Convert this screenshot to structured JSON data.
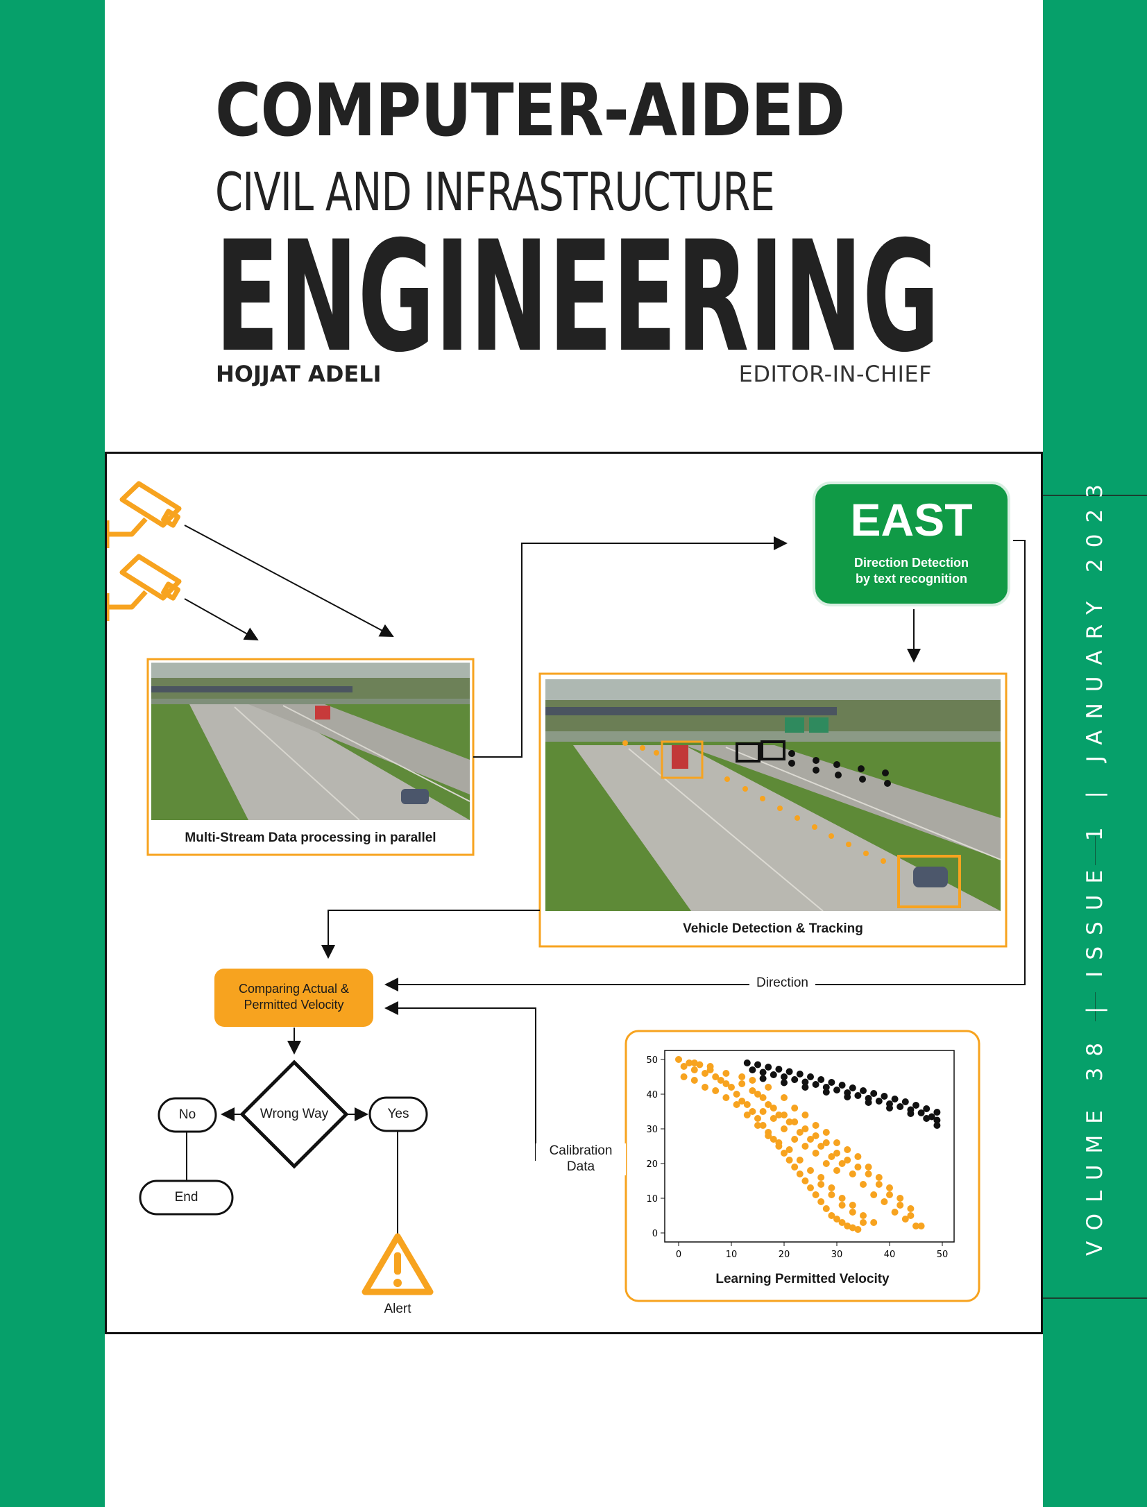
{
  "journal": {
    "title_line1": "COMPUTER-AIDED",
    "title_line2": "CIVIL AND INFRASTRUCTURE",
    "title_line3": "ENGINEERING",
    "editor_name": "HOJJAT ADELI",
    "editor_role": "EDITOR-IN-CHIEF",
    "volume_issue": "VOLUME 38 | ISSUE 1 | JANUARY 2023"
  },
  "colors": {
    "brand_green": "#06a06a",
    "accent_orange": "#f7a31f",
    "east_green": "#109a46"
  },
  "figure": {
    "multistream_caption": "Multi-Stream Data processing in parallel",
    "east_title": "EAST",
    "east_sub1": "Direction Detection",
    "east_sub2": "by text recognition",
    "tracking_caption": "Vehicle Detection & Tracking",
    "compare_line1": "Comparing Actual &",
    "compare_line2": "Permitted Velocity",
    "direction_label": "Direction",
    "calibration_line1": "Calibration",
    "calibration_line2": "Data",
    "decision_label": "Wrong Way",
    "no_label": "No",
    "yes_label": "Yes",
    "end_label": "End",
    "alert_label": "Alert",
    "chart_caption": "Learning Permitted Velocity",
    "icons": [
      "cctv-camera-icon",
      "cctv-camera-icon",
      "warning-triangle-icon"
    ]
  },
  "chart_data": {
    "type": "scatter",
    "title": "Learning Permitted Velocity",
    "xlabel": "",
    "ylabel": "",
    "xlim": [
      0,
      50
    ],
    "ylim": [
      0,
      50
    ],
    "xticks": [
      0,
      10,
      20,
      30,
      40,
      50
    ],
    "yticks": [
      0,
      10,
      20,
      30,
      40,
      50
    ],
    "series": [
      {
        "color": "#111111",
        "values_xy": [
          [
            13,
            49
          ],
          [
            15,
            48.5
          ],
          [
            17,
            47.8
          ],
          [
            19,
            47.2
          ],
          [
            21,
            46.5
          ],
          [
            23,
            45.8
          ],
          [
            25,
            45
          ],
          [
            27,
            44.2
          ],
          [
            29,
            43.4
          ],
          [
            31,
            42.6
          ],
          [
            33,
            41.8
          ],
          [
            35,
            41
          ],
          [
            37,
            40.2
          ],
          [
            39,
            39.4
          ],
          [
            41,
            38.6
          ],
          [
            43,
            37.8
          ],
          [
            45,
            36.8
          ],
          [
            47,
            35.8
          ],
          [
            49,
            34.8
          ],
          [
            14,
            47
          ],
          [
            16,
            46.3
          ],
          [
            18,
            45.6
          ],
          [
            20,
            45
          ],
          [
            22,
            44.2
          ],
          [
            24,
            43.5
          ],
          [
            26,
            42.8
          ],
          [
            28,
            42
          ],
          [
            30,
            41.2
          ],
          [
            32,
            40.4
          ],
          [
            34,
            39.6
          ],
          [
            36,
            38.8
          ],
          [
            38,
            38
          ],
          [
            40,
            37.2
          ],
          [
            42,
            36.4
          ],
          [
            44,
            35.5
          ],
          [
            46,
            34.6
          ],
          [
            48,
            33.5
          ],
          [
            49,
            32.5
          ],
          [
            16,
            44.5
          ],
          [
            20,
            43.3
          ],
          [
            24,
            42
          ],
          [
            28,
            40.6
          ],
          [
            32,
            39.2
          ],
          [
            36,
            37.6
          ],
          [
            40,
            36
          ],
          [
            44,
            34.4
          ],
          [
            47,
            33
          ],
          [
            49,
            31
          ]
        ]
      },
      {
        "color": "#f7a31f",
        "values_xy": [
          [
            0,
            50
          ],
          [
            1,
            48
          ],
          [
            2,
            49
          ],
          [
            3,
            47
          ],
          [
            4,
            48.5
          ],
          [
            5,
            46
          ],
          [
            6,
            47
          ],
          [
            7,
            45
          ],
          [
            8,
            44
          ],
          [
            9,
            43
          ],
          [
            10,
            42
          ],
          [
            11,
            40
          ],
          [
            12,
            38
          ],
          [
            13,
            37
          ],
          [
            14,
            35
          ],
          [
            15,
            33
          ],
          [
            16,
            31
          ],
          [
            17,
            29
          ],
          [
            18,
            27
          ],
          [
            19,
            25
          ],
          [
            20,
            23
          ],
          [
            21,
            21
          ],
          [
            22,
            19
          ],
          [
            23,
            17
          ],
          [
            24,
            15
          ],
          [
            25,
            13
          ],
          [
            26,
            11
          ],
          [
            27,
            9
          ],
          [
            28,
            7
          ],
          [
            29,
            5
          ],
          [
            30,
            4
          ],
          [
            31,
            3
          ],
          [
            32,
            2
          ],
          [
            33,
            1.5
          ],
          [
            34,
            1
          ],
          [
            1,
            45
          ],
          [
            3,
            44
          ],
          [
            5,
            42
          ],
          [
            7,
            41
          ],
          [
            9,
            39
          ],
          [
            11,
            37
          ],
          [
            13,
            34
          ],
          [
            15,
            31
          ],
          [
            17,
            28
          ],
          [
            19,
            26
          ],
          [
            21,
            24
          ],
          [
            23,
            21
          ],
          [
            25,
            18
          ],
          [
            27,
            16
          ],
          [
            29,
            13
          ],
          [
            31,
            10
          ],
          [
            33,
            8
          ],
          [
            35,
            5
          ],
          [
            37,
            3
          ],
          [
            3,
            49
          ],
          [
            6,
            48
          ],
          [
            9,
            46
          ],
          [
            12,
            43
          ],
          [
            14,
            41
          ],
          [
            16,
            39
          ],
          [
            18,
            36
          ],
          [
            20,
            34
          ],
          [
            22,
            32
          ],
          [
            24,
            30
          ],
          [
            26,
            28
          ],
          [
            28,
            26
          ],
          [
            30,
            23
          ],
          [
            32,
            21
          ],
          [
            34,
            19
          ],
          [
            36,
            17
          ],
          [
            38,
            14
          ],
          [
            40,
            11
          ],
          [
            42,
            8
          ],
          [
            44,
            5
          ],
          [
            46,
            2
          ],
          [
            15,
            40
          ],
          [
            17,
            37
          ],
          [
            19,
            34
          ],
          [
            21,
            32
          ],
          [
            23,
            29
          ],
          [
            25,
            27
          ],
          [
            27,
            25
          ],
          [
            29,
            22
          ],
          [
            31,
            20
          ],
          [
            33,
            17
          ],
          [
            35,
            14
          ],
          [
            37,
            11
          ],
          [
            39,
            9
          ],
          [
            41,
            6
          ],
          [
            43,
            4
          ],
          [
            45,
            2
          ],
          [
            12,
            45
          ],
          [
            14,
            44
          ],
          [
            17,
            42
          ],
          [
            20,
            39
          ],
          [
            22,
            36
          ],
          [
            24,
            34
          ],
          [
            26,
            31
          ],
          [
            28,
            29
          ],
          [
            30,
            26
          ],
          [
            32,
            24
          ],
          [
            34,
            22
          ],
          [
            36,
            19
          ],
          [
            38,
            16
          ],
          [
            40,
            13
          ],
          [
            42,
            10
          ],
          [
            44,
            7
          ],
          [
            20,
            30
          ],
          [
            22,
            27
          ],
          [
            24,
            25
          ],
          [
            26,
            23
          ],
          [
            28,
            20
          ],
          [
            30,
            18
          ],
          [
            18,
            33
          ],
          [
            16,
            35
          ],
          [
            27,
            14
          ],
          [
            29,
            11
          ],
          [
            31,
            8
          ],
          [
            33,
            6
          ],
          [
            35,
            3
          ]
        ]
      }
    ]
  }
}
